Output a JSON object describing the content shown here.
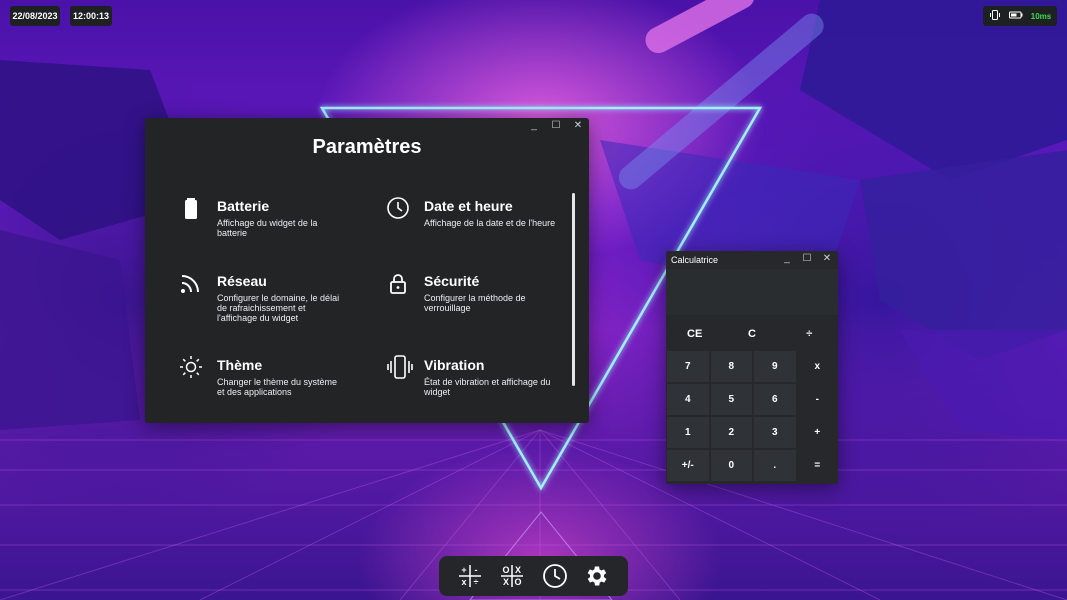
{
  "topbar": {
    "date": "22/08/2023",
    "time": "12:00:13",
    "ping": "10ms",
    "icons": [
      "vibration-icon",
      "battery-icon"
    ]
  },
  "settings": {
    "title": "Paramètres",
    "controls": {
      "minimize": "_",
      "maximize": "☐",
      "close": "✕"
    },
    "items": [
      {
        "icon": "battery-icon",
        "name": "Batterie",
        "desc": "Affichage du widget de la batterie"
      },
      {
        "icon": "clock-icon",
        "name": "Date et heure",
        "desc": "Affichage de la date et de l'heure"
      },
      {
        "icon": "network-icon",
        "name": "Réseau",
        "desc": "Configurer le domaine, le délai de rafraichissement et l'affichage du widget"
      },
      {
        "icon": "lock-icon",
        "name": "Sécurité",
        "desc": "Configurer la méthode de verrouillage"
      },
      {
        "icon": "sun-icon",
        "name": "Thème",
        "desc": "Changer le thème du système et des applications"
      },
      {
        "icon": "vibration-icon",
        "name": "Vibration",
        "desc": "État de vibration et affichage du widget"
      }
    ]
  },
  "calculator": {
    "title": "Calculatrice",
    "controls": {
      "minimize": "_",
      "maximize": "☐",
      "close": "✕"
    },
    "rows": [
      [
        "CE",
        "C",
        "÷"
      ],
      [
        "7",
        "8",
        "9",
        "x"
      ],
      [
        "4",
        "5",
        "6",
        "-"
      ],
      [
        "1",
        "2",
        "3",
        "+"
      ],
      [
        "+/-",
        "0",
        ".",
        "="
      ]
    ]
  },
  "dock": {
    "apps": [
      {
        "icon": "calculator-icon",
        "glyphs": [
          "+",
          "-",
          "x",
          "÷"
        ]
      },
      {
        "icon": "tictactoe-icon",
        "glyphs": [
          "O",
          "X",
          "X",
          "O"
        ]
      },
      {
        "icon": "clock-icon"
      },
      {
        "icon": "gear-icon"
      }
    ]
  }
}
